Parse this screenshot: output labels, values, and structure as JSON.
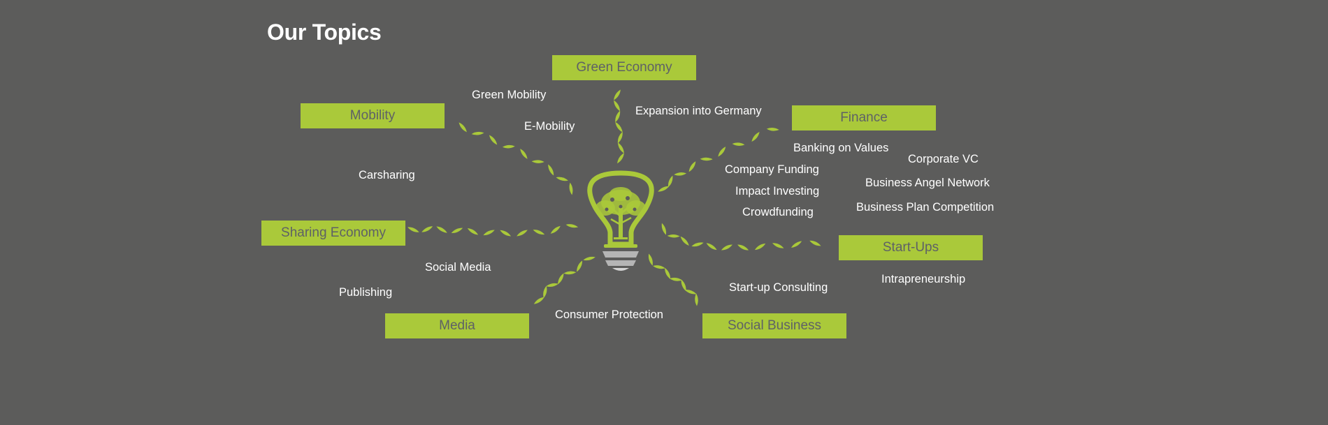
{
  "page": {
    "title": "Our Topics"
  },
  "colors": {
    "background": "#5c5c5b",
    "accent": "#aac93a",
    "label_text": "#5e6166",
    "text": "#ffffff",
    "bulb_base": "#b5b5b5"
  },
  "icons": {
    "center": "lightbulb-tree-icon"
  },
  "categories": [
    {
      "label": "Green Economy"
    },
    {
      "label": "Mobility"
    },
    {
      "label": "Finance"
    },
    {
      "label": "Sharing Economy"
    },
    {
      "label": "Start-Ups"
    },
    {
      "label": "Media"
    },
    {
      "label": "Social Business"
    }
  ],
  "subtopics": [
    {
      "label": "Green Mobility"
    },
    {
      "label": "E-Mobility"
    },
    {
      "label": "Expansion into Germany"
    },
    {
      "label": "Carsharing"
    },
    {
      "label": "Banking on Values"
    },
    {
      "label": "Corporate VC"
    },
    {
      "label": "Company Funding"
    },
    {
      "label": "Business Angel Network"
    },
    {
      "label": "Impact Investing"
    },
    {
      "label": "Crowdfunding"
    },
    {
      "label": "Business Plan Competition"
    },
    {
      "label": "Social Media"
    },
    {
      "label": "Publishing"
    },
    {
      "label": "Start-up Consulting"
    },
    {
      "label": "Intrapreneurship"
    },
    {
      "label": "Consumer Protection"
    }
  ]
}
